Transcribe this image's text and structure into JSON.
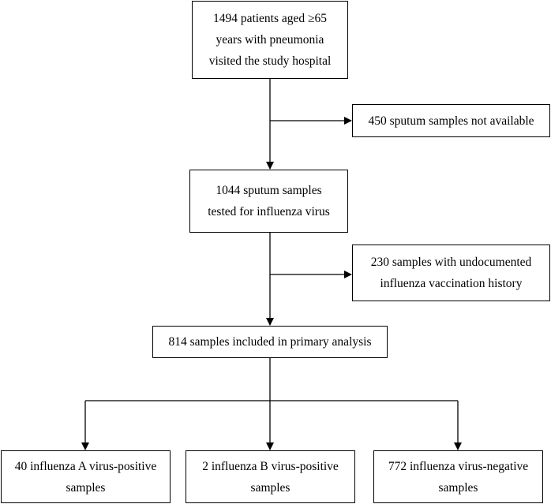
{
  "flowchart": {
    "top": {
      "lines": [
        "1494 patients aged ≥65",
        "years with pneumonia",
        "visited the study hospital"
      ]
    },
    "exclusion1": {
      "lines": [
        "450 sputum samples not available"
      ]
    },
    "tested": {
      "lines": [
        "1044 sputum samples",
        "tested for influenza virus"
      ]
    },
    "exclusion2": {
      "lines": [
        "230 samples with undocumented",
        "influenza vaccination history"
      ]
    },
    "included": {
      "lines": [
        "814 samples included in primary analysis"
      ]
    },
    "outcome_a": {
      "lines": [
        "40 influenza A virus-positive",
        "samples"
      ]
    },
    "outcome_b": {
      "lines": [
        "2 influenza B virus-positive",
        "samples"
      ]
    },
    "outcome_neg": {
      "lines": [
        "772 influenza virus-negative",
        "samples"
      ]
    }
  }
}
